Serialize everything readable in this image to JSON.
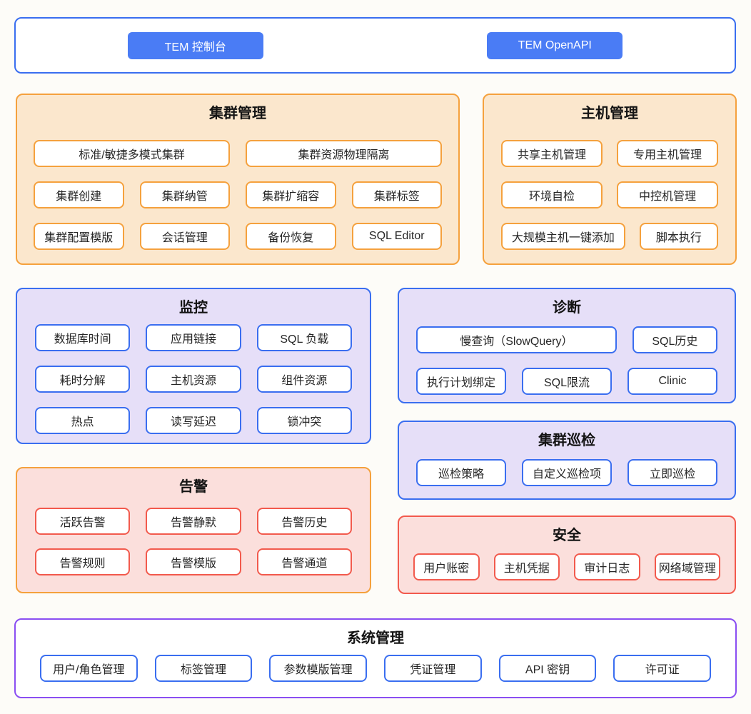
{
  "top_bar": {
    "console_button": "TEM 控制台",
    "openapi_button": "TEM OpenAPI"
  },
  "cluster_mgmt": {
    "title": "集群管理",
    "row1": [
      "标准/敏捷多模式集群",
      "集群资源物理隔离"
    ],
    "row2": [
      "集群创建",
      "集群纳管",
      "集群扩缩容",
      "集群标签"
    ],
    "row3": [
      "集群配置模版",
      "会话管理",
      "备份恢复",
      "SQL Editor"
    ]
  },
  "host_mgmt": {
    "title": "主机管理",
    "row1": [
      "共享主机管理",
      "专用主机管理"
    ],
    "row2": [
      "环境自检",
      "中控机管理"
    ],
    "row3": [
      "大规模主机一键添加",
      "脚本执行"
    ]
  },
  "monitoring": {
    "title": "监控",
    "row1": [
      "数据库时间",
      "应用链接",
      "SQL 负载"
    ],
    "row2": [
      "耗时分解",
      "主机资源",
      "组件资源"
    ],
    "row3": [
      "热点",
      "读写延迟",
      "锁冲突"
    ]
  },
  "diagnosis": {
    "title": "诊断",
    "row1": [
      "慢查询（SlowQuery）",
      "SQL历史"
    ],
    "row2": [
      "执行计划绑定",
      "SQL限流",
      "Clinic"
    ]
  },
  "inspection": {
    "title": "集群巡检",
    "row1": [
      "巡检策略",
      "自定义巡检项",
      "立即巡检"
    ]
  },
  "alerts": {
    "title": "告警",
    "row1": [
      "活跃告警",
      "告警静默",
      "告警历史"
    ],
    "row2": [
      "告警规则",
      "告警模版",
      "告警通道"
    ]
  },
  "security": {
    "title": "安全",
    "row1": [
      "用户账密",
      "主机凭据",
      "审计日志",
      "网络域管理"
    ]
  },
  "system_mgmt": {
    "title": "系统管理",
    "row1": [
      "用户/角色管理",
      "标签管理",
      "参数模版管理",
      "凭证管理",
      "API 密钥",
      "许可证"
    ]
  },
  "colors": {
    "accent_blue_fill": "#4a7cf5",
    "border_blue": "#3a6ef0",
    "border_orange": "#f5a13d",
    "bg_orange": "#fbe7cd",
    "bg_purple": "#e6dff8",
    "bg_pink": "#fbdfdc",
    "border_red": "#f25a4d",
    "border_violet": "#8a4ef2",
    "page_bg": "#fdfcf8"
  }
}
